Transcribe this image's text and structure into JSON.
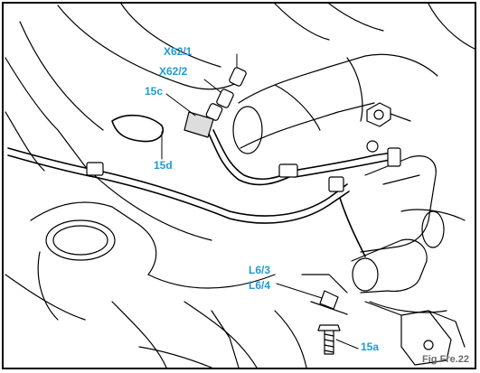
{
  "diagram": {
    "accent_color": "#1f9bd7",
    "ink_color": "#000000",
    "figure_label_color": "#6b6b6b",
    "callouts": {
      "x62_1": "X62/1",
      "x62_2": "X62/2",
      "c15c": "15c",
      "c15d": "15d",
      "l6_3": "L6/3",
      "l6_4": "L6/4",
      "c15a": "15a"
    },
    "figure_label": "Fig.Fre.22"
  }
}
